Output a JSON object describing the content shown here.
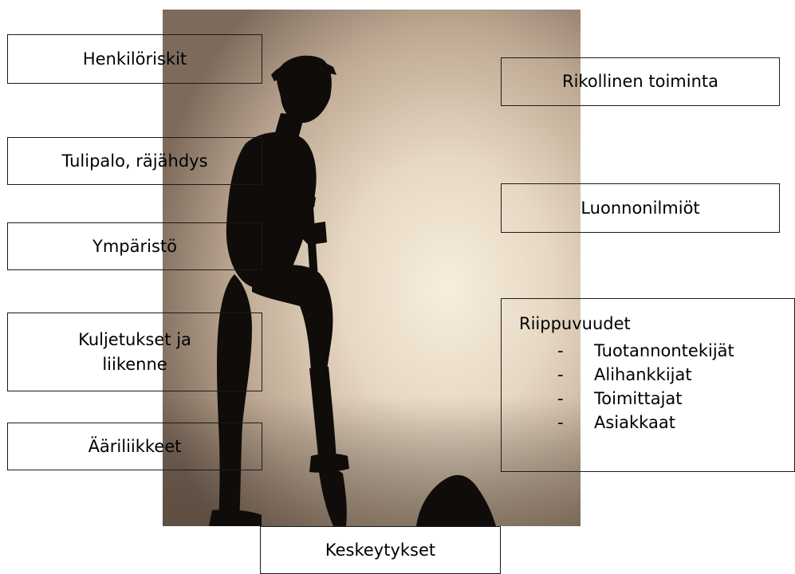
{
  "risks_left": [
    {
      "id": "henkiloriskit",
      "label": "Henkilöriskit"
    },
    {
      "id": "tulipalo",
      "label": "Tulipalo, räjähdys"
    },
    {
      "id": "ymparisto",
      "label": "Ympäristö"
    },
    {
      "id": "kuljetukset",
      "label": "Kuljetukset ja liikenne"
    },
    {
      "id": "aariliikkeet",
      "label": "Ääriliikkeet"
    }
  ],
  "risks_right": [
    {
      "id": "rikollinen",
      "label": "Rikollinen toiminta"
    },
    {
      "id": "luonnonilmiot",
      "label": "Luonnonilmiöt"
    }
  ],
  "dependencies": {
    "title": "Riippuvuudet",
    "bullet": "-",
    "items": [
      "Tuotannontekijät",
      "Alihankkijat",
      "Toimittajat",
      "Asiakkaat"
    ]
  },
  "bottom": {
    "label": "Keskeytykset"
  },
  "colors": {
    "glow_center": "#f3ead7",
    "background_edge": "#8b7765",
    "silhouette": "#0f0c0a",
    "box_fill": "#ffffff",
    "box_border": "#1a1a1a"
  }
}
